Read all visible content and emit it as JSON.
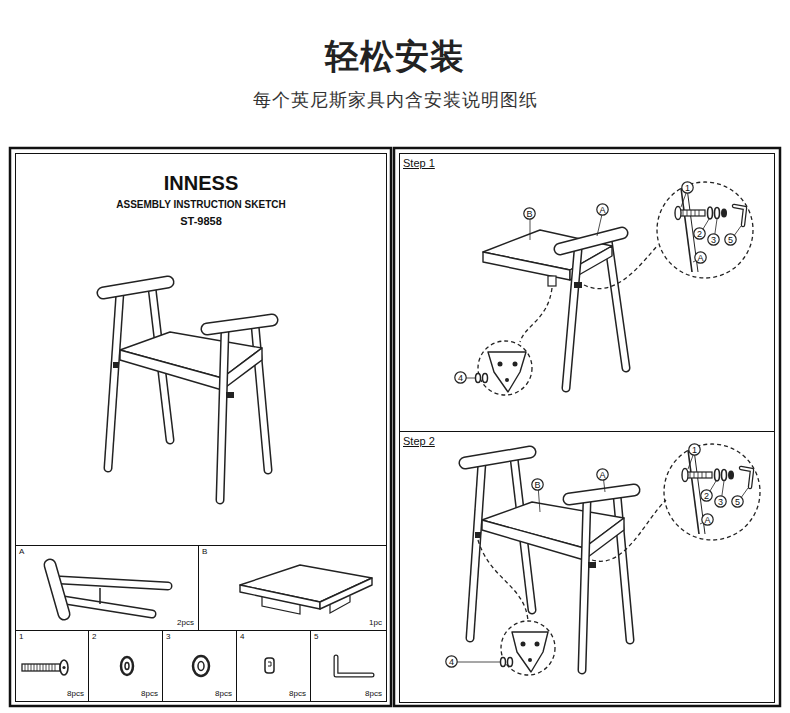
{
  "diagram": {
    "title": "轻松安装",
    "caption": "每个英尼斯家具内含安装说明图纸",
    "nodes": [
      {
        "text": [
          "INNESS",
          "ASSEMBLY INSTRUCTION SKETCH",
          "ST-9858"
        ]
      },
      {
        "text": [
          "A",
          "2pcs"
        ]
      },
      {
        "text": [
          "B",
          "1pc"
        ]
      },
      {
        "text": [
          "1",
          "8pcs"
        ]
      },
      {
        "text": [
          "2",
          "8pcs"
        ]
      },
      {
        "text": [
          "3",
          "8pcs"
        ]
      },
      {
        "text": [
          "4",
          "8pcs"
        ]
      },
      {
        "text": [
          "5",
          "8pcs"
        ]
      },
      {
        "text": [
          "Step 1"
        ]
      },
      {
        "text": [
          "B"
        ],
        "in": 8
      },
      {
        "text": [
          "A"
        ],
        "in": 8
      },
      {
        "text": [
          "1"
        ],
        "in": 8
      },
      {
        "text": [
          "2"
        ],
        "in": 8
      },
      {
        "text": [
          "3"
        ],
        "in": 8
      },
      {
        "text": [
          "5"
        ],
        "in": 8
      },
      {
        "text": [
          "A"
        ],
        "in": 8
      },
      {
        "text": [
          "4"
        ],
        "in": 8
      },
      {
        "text": [
          "Step 2"
        ]
      },
      {
        "text": [
          "B"
        ],
        "in": 17
      },
      {
        "text": [
          "A"
        ],
        "in": 17
      },
      {
        "text": [
          "1"
        ],
        "in": 17
      },
      {
        "text": [
          "2"
        ],
        "in": 17
      },
      {
        "text": [
          "3"
        ],
        "in": 17
      },
      {
        "text": [
          "5"
        ],
        "in": 17
      },
      {
        "text": [
          "A"
        ],
        "in": 17
      },
      {
        "text": [
          "4"
        ],
        "in": 17
      }
    ]
  }
}
